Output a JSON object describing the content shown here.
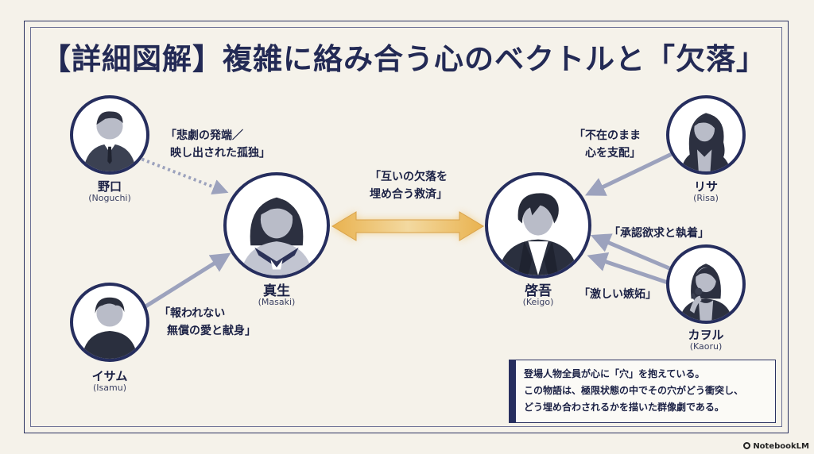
{
  "title": "【詳細図解】複雑に絡み合う心のベクトルと「欠落」",
  "characters": {
    "noguchi": {
      "name": "野口",
      "romaji": "(Noguchi)"
    },
    "isamu": {
      "name": "イサム",
      "romaji": "(Isamu)"
    },
    "masaki": {
      "name": "真生",
      "romaji": "(Masaki)"
    },
    "keigo": {
      "name": "啓吾",
      "romaji": "(Keigo)"
    },
    "risa": {
      "name": "リサ",
      "romaji": "(Risa)"
    },
    "kaoru": {
      "name": "カヲル",
      "romaji": "(Kaoru)"
    }
  },
  "relations": {
    "noguchi_masaki": {
      "line1": "「悲劇の発端／",
      "line2": "映し出された孤独」"
    },
    "isamu_masaki": {
      "line1": "「報われない",
      "line2": "無償の愛と献身」"
    },
    "masaki_keigo": {
      "line1": "「互いの欠落を",
      "line2": "埋め合う救済」"
    },
    "risa_keigo": {
      "line1": "「不在のまま",
      "line2": "心を支配」"
    },
    "kaoru_keigo_1": "「承認欲求と執着」",
    "kaoru_keigo_2": "「激しい嫉妬」"
  },
  "note": {
    "line1": "登場人物全員が心に「穴」を抱えている。",
    "line2": "この物語は、極限状態の中でその穴がどう衝突し、",
    "line3": "どう埋め合わされるかを描いた群像劇である。"
  },
  "brand": "NotebookLM",
  "colors": {
    "navy": "#262e5e",
    "gold": "#e7b75c",
    "arrow_gray": "#9ca2bd",
    "background": "#f5f2ea"
  }
}
